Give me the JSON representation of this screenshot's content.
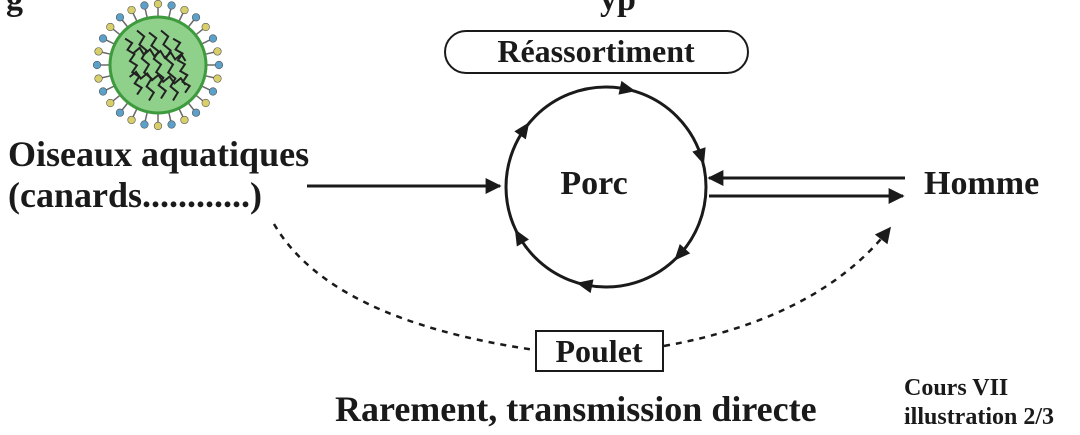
{
  "title_fragment": "g",
  "title_fragment_right": "yp",
  "nodes": {
    "source_line1": "Oiseaux aquatiques",
    "source_line2": "(canards............)",
    "pig": "Porc",
    "human": "Homme",
    "chicken": "Poulet"
  },
  "reassortment_label": "Réassortiment",
  "caption": "Rarement, transmission directe",
  "course_ref": {
    "line1": "Cours VII",
    "line2": "illustration 2/3"
  },
  "colors": {
    "ink": "#1a1a1a",
    "virus_body": "#8fd08a",
    "virus_membrane": "#3d9a3d",
    "virus_spike_blue": "#5aa0c8",
    "virus_spike_yellow": "#d8cf6a",
    "rna": "#222222"
  },
  "icons": [
    "influenza-virus-icon"
  ]
}
